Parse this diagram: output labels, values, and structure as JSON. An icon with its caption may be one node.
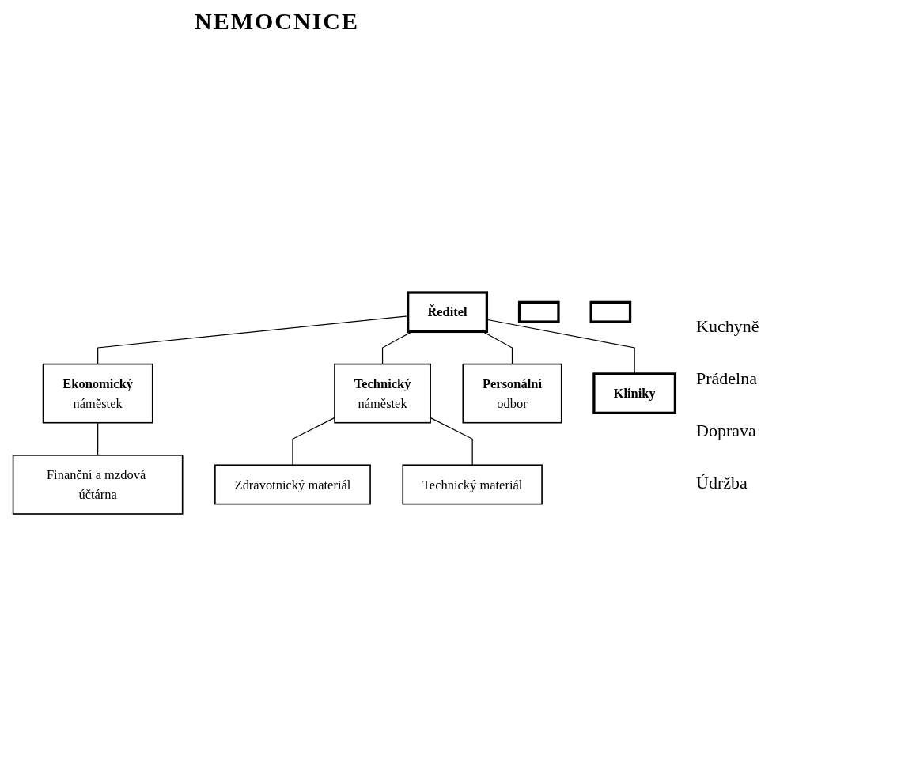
{
  "diagram": {
    "title": "NEMOCNICE",
    "nodes": [
      {
        "text": [
          "Ředitel"
        ]
      },
      {
        "text": [
          "Ekonomický",
          "náměstek"
        ]
      },
      {
        "text": [
          "Technický",
          "náměstek"
        ]
      },
      {
        "text": [
          "Personální",
          "odbor"
        ]
      },
      {
        "text": [
          "Finanční a mzdová účtárna"
        ]
      },
      {
        "text": [
          "Zdravotnický materiál"
        ]
      },
      {
        "text": [
          "Technický materiál"
        ]
      },
      {
        "text": [
          "Kliniky"
        ]
      },
      {
        "text": [],
        "shape": "box"
      },
      {
        "text": [],
        "shape": "box"
      }
    ],
    "edges": [
      {
        "from": 0,
        "to": 1,
        "arrow": "none"
      },
      {
        "from": 0,
        "to": 2,
        "arrow": "none"
      },
      {
        "from": 0,
        "to": 3,
        "arrow": "none"
      },
      {
        "from": 0,
        "to": 7,
        "arrow": "none"
      },
      {
        "from": 1,
        "to": 4,
        "arrow": "none"
      },
      {
        "from": 2,
        "to": 5,
        "arrow": "none"
      },
      {
        "from": 2,
        "to": 6,
        "arrow": "none"
      }
    ],
    "labels": [
      "Kuchyně",
      "Prádelna",
      "Doprava",
      "Údržba"
    ]
  }
}
